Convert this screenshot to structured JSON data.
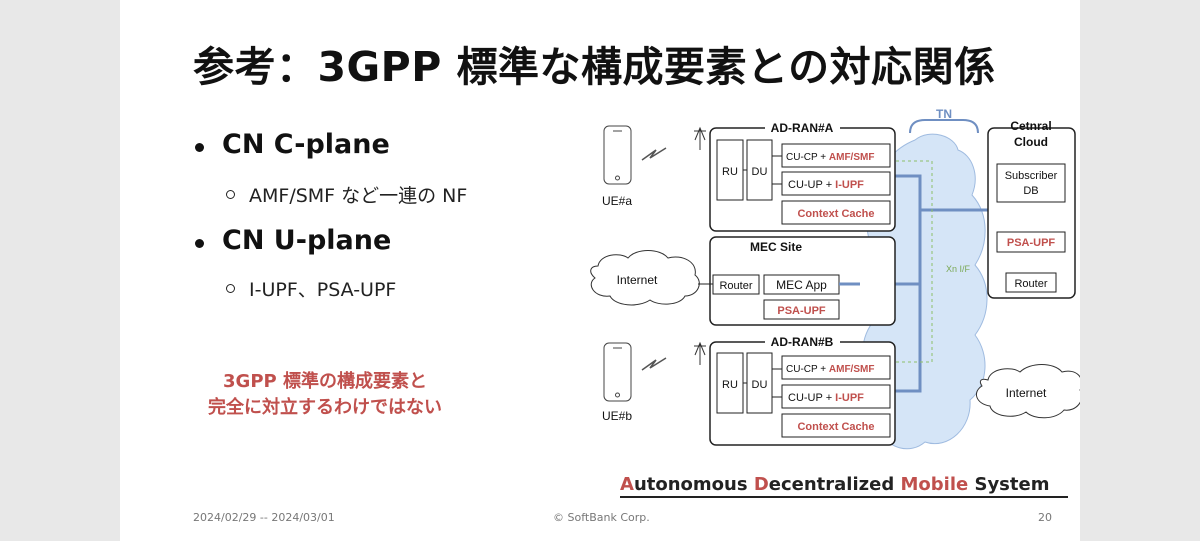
{
  "title": "参考：3GPP 標準な構成要素との対応関係",
  "bullets": [
    {
      "label": "CN C-plane",
      "sub": "AMF/SMF など一連の NF"
    },
    {
      "label": "CN U-plane",
      "sub": "I-UPF、PSA-UPF"
    }
  ],
  "note": {
    "line1": "3GPP 標準の構成要素と",
    "line2": "完全に対立するわけではない"
  },
  "diagram": {
    "ue_a": "UE#a",
    "ue_b": "UE#b",
    "ad_ran_a": "AD-RAN#A",
    "ad_ran_b": "AD-RAN#B",
    "tn": "TN",
    "cloud_title_1": "Cetnral",
    "cloud_title_2": "Cloud",
    "subscriber_1": "Subscriber",
    "subscriber_2": "DB",
    "psa_upf": "PSA-UPF",
    "router": "Router",
    "mec_site": "MEC Site",
    "mec_app": "MEC App",
    "internet": "Internet",
    "xn_if": "Xn I/F",
    "ru": "RU",
    "du": "DU",
    "cu_cp_prefix": "CU-CP + ",
    "cu_cp_red": "AMF/SMF",
    "cu_up_prefix": "CU-UP + ",
    "cu_up_red": "I-UPF",
    "context_cache": "Context Cache"
  },
  "caption": [
    {
      "text": "A",
      "red": true
    },
    {
      "text": "utonomous ",
      "red": false
    },
    {
      "text": "D",
      "red": true
    },
    {
      "text": "ecentralized ",
      "red": false
    },
    {
      "text": "Mobile",
      "red": true
    },
    {
      "text": " System",
      "red": false
    }
  ],
  "footer": {
    "date": "2024/02/29 -- 2024/03/01",
    "copyright": "© SoftBank Corp.",
    "page": "20"
  },
  "colors": {
    "accent_red": "#c0504d",
    "link_blue": "#6f8fc2",
    "cloud_fill": "#d5e5f7"
  }
}
